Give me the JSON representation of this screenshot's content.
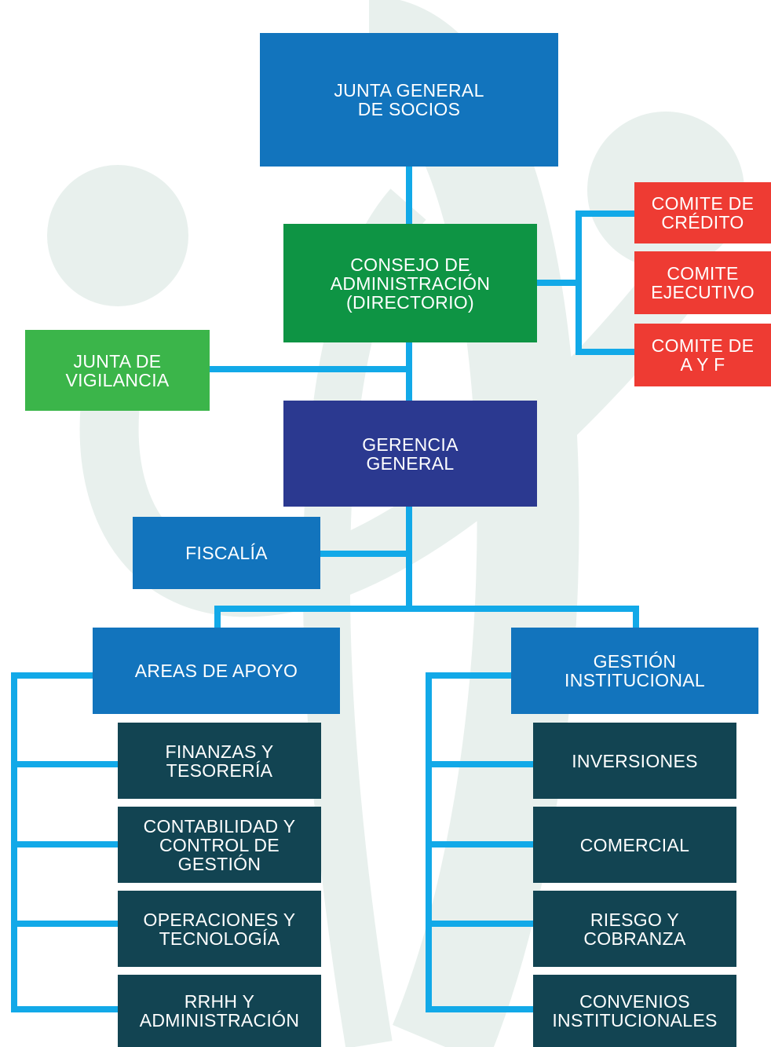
{
  "nodes": {
    "junta_general": "JUNTA GENERAL\nDE SOCIOS",
    "consejo": "CONSEJO DE\nADMINISTRACIÓN\n(DIRECTORIO)",
    "comite_credito": "COMITE DE\nCRÉDITO",
    "comite_ejecutivo": "COMITE\nEJECUTIVO",
    "comite_ayf": "COMITE DE\nA Y F",
    "junta_vigilancia": "JUNTA DE\nVIGILANCIA",
    "gerencia": "GERENCIA\nGENERAL",
    "fiscalia": "FISCALÍA",
    "areas_apoyo": "AREAS DE APOYO",
    "gestion": "GESTIÓN\nINSTITUCIONAL",
    "finanzas": "FINANZAS Y\nTESORERÍA",
    "contabilidad": "CONTABILIDAD Y\nCONTROL DE\nGESTIÓN",
    "operaciones": "OPERACIONES Y\nTECNOLOGÍA",
    "rrhh": "RRHH Y\nADMINISTRACIÓN",
    "inversiones": "INVERSIONES",
    "comercial": "COMERCIAL",
    "riesgo": "RIESGO Y\nCOBRANZA",
    "convenios": "CONVENIOS\nINSTITUCIONALES"
  },
  "colors": {
    "connector": "#12a9e8",
    "blue": "#1274bd",
    "green": "#0e9444",
    "light_green": "#3bb54a",
    "navy": "#2b3990",
    "red": "#ee3b33",
    "teal": "#124452",
    "watermark": "#e6efeb"
  }
}
